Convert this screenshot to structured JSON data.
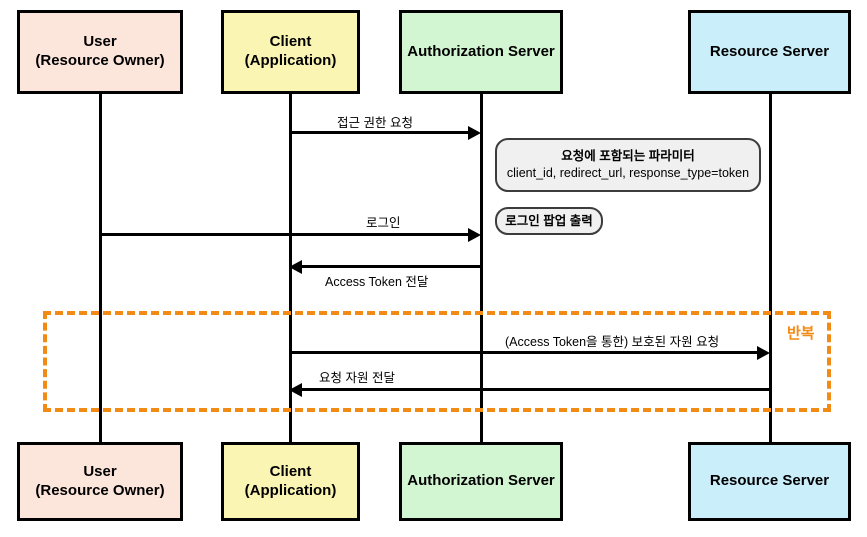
{
  "diagram": {
    "title": "OAuth 2.0 Implicit Grant Sequence Diagram",
    "colors": {
      "user": "#fce5da",
      "client": "#fbf5b4",
      "auth_server": "#d2f5d2",
      "resource_server": "#cbeefb",
      "stroke": "#000000",
      "note_bg": "#f0f0f0",
      "note_border": "#3c3c3c",
      "loop_accent": "#f28b16"
    },
    "participants": [
      {
        "id": "user",
        "line1": "User",
        "line2": "(Resource Owner)"
      },
      {
        "id": "client",
        "line1": "Client",
        "line2": "(Application)"
      },
      {
        "id": "auth",
        "line1": "Authorization Server",
        "line2": ""
      },
      {
        "id": "resource",
        "line1": "Resource Server",
        "line2": ""
      }
    ],
    "messages": [
      {
        "id": "m1",
        "label": "접근 권한 요청",
        "from": "client",
        "to": "auth",
        "direction": "right"
      },
      {
        "id": "m2",
        "label": "로그인",
        "from": "user",
        "to": "auth",
        "direction": "right"
      },
      {
        "id": "m3",
        "label": "Access Token 전달",
        "from": "auth",
        "to": "client",
        "direction": "left"
      },
      {
        "id": "m4",
        "label": "(Access Token을 통한) 보호된 자원 요청",
        "from": "client",
        "to": "resource",
        "direction": "right"
      },
      {
        "id": "m5",
        "label": "요청 자원 전달",
        "from": "resource",
        "to": "client",
        "direction": "left"
      }
    ],
    "notes": [
      {
        "id": "n1",
        "line1": "요청에 포함되는 파라미터",
        "line2": "client_id, redirect_url, response_type=token"
      },
      {
        "id": "n2",
        "line1": "로그인 팝업 출력",
        "line2": ""
      }
    ],
    "loop": {
      "label": "반복"
    }
  }
}
